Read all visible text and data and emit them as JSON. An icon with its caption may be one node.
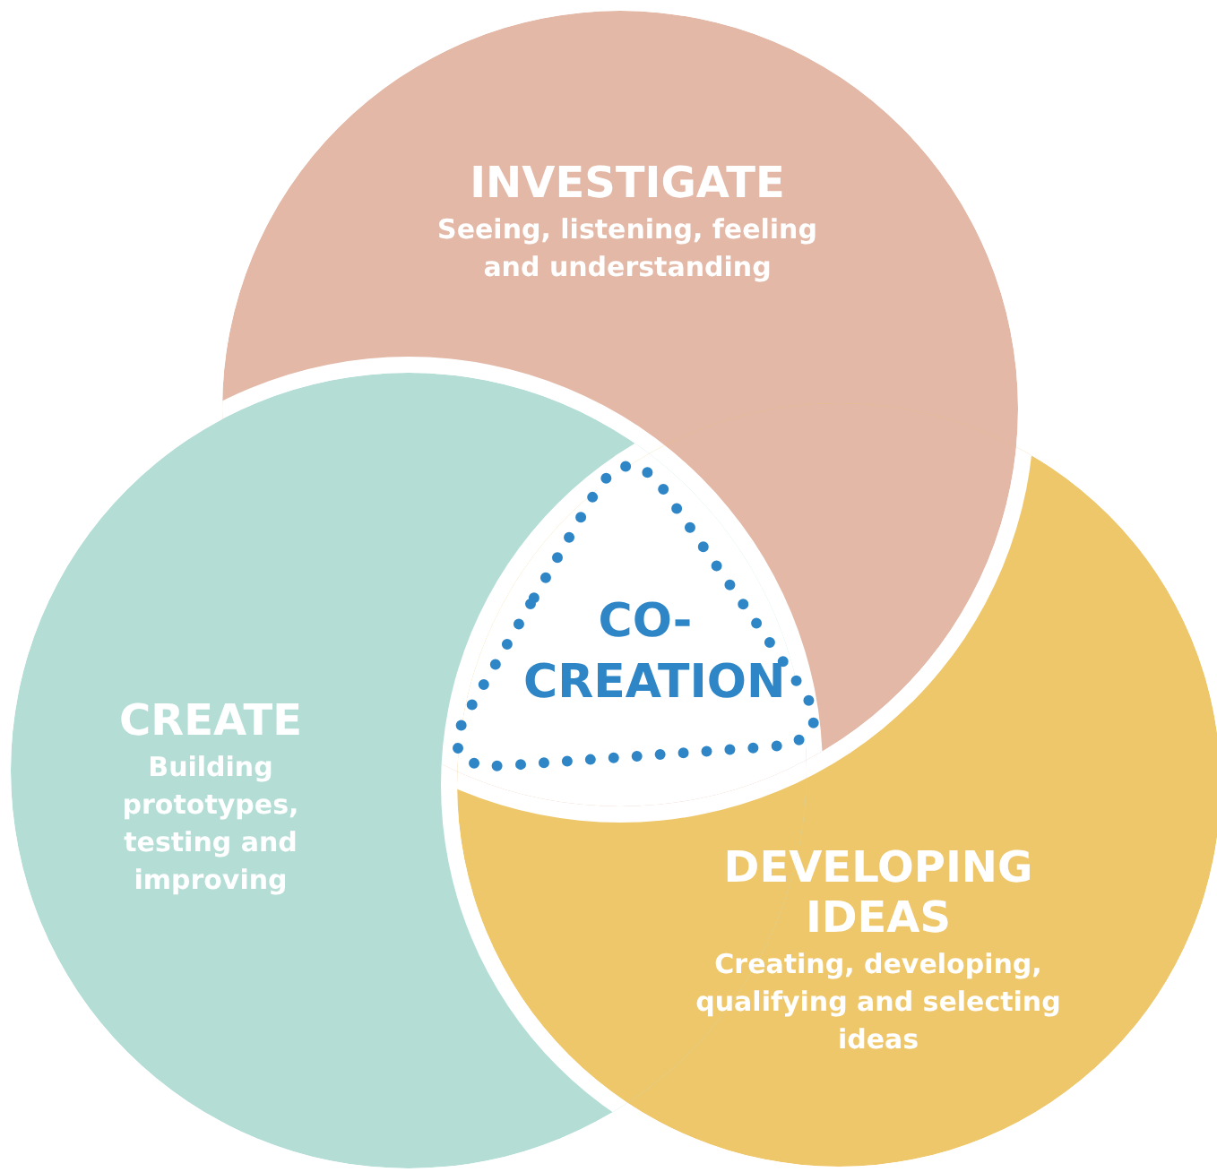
{
  "diagram": {
    "nodes": [
      {
        "text": [
          "INVESTIGATE",
          "Seeing, listening, feeling and understanding"
        ]
      },
      {
        "text": [
          "CO-CREATION"
        ]
      },
      {
        "text": [
          "CREATE",
          "Building prototypes, testing and improving"
        ]
      },
      {
        "text": [
          "DEVELOPING IDEAS",
          "Creating, developing, qualifying and selecting ideas"
        ]
      }
    ]
  }
}
